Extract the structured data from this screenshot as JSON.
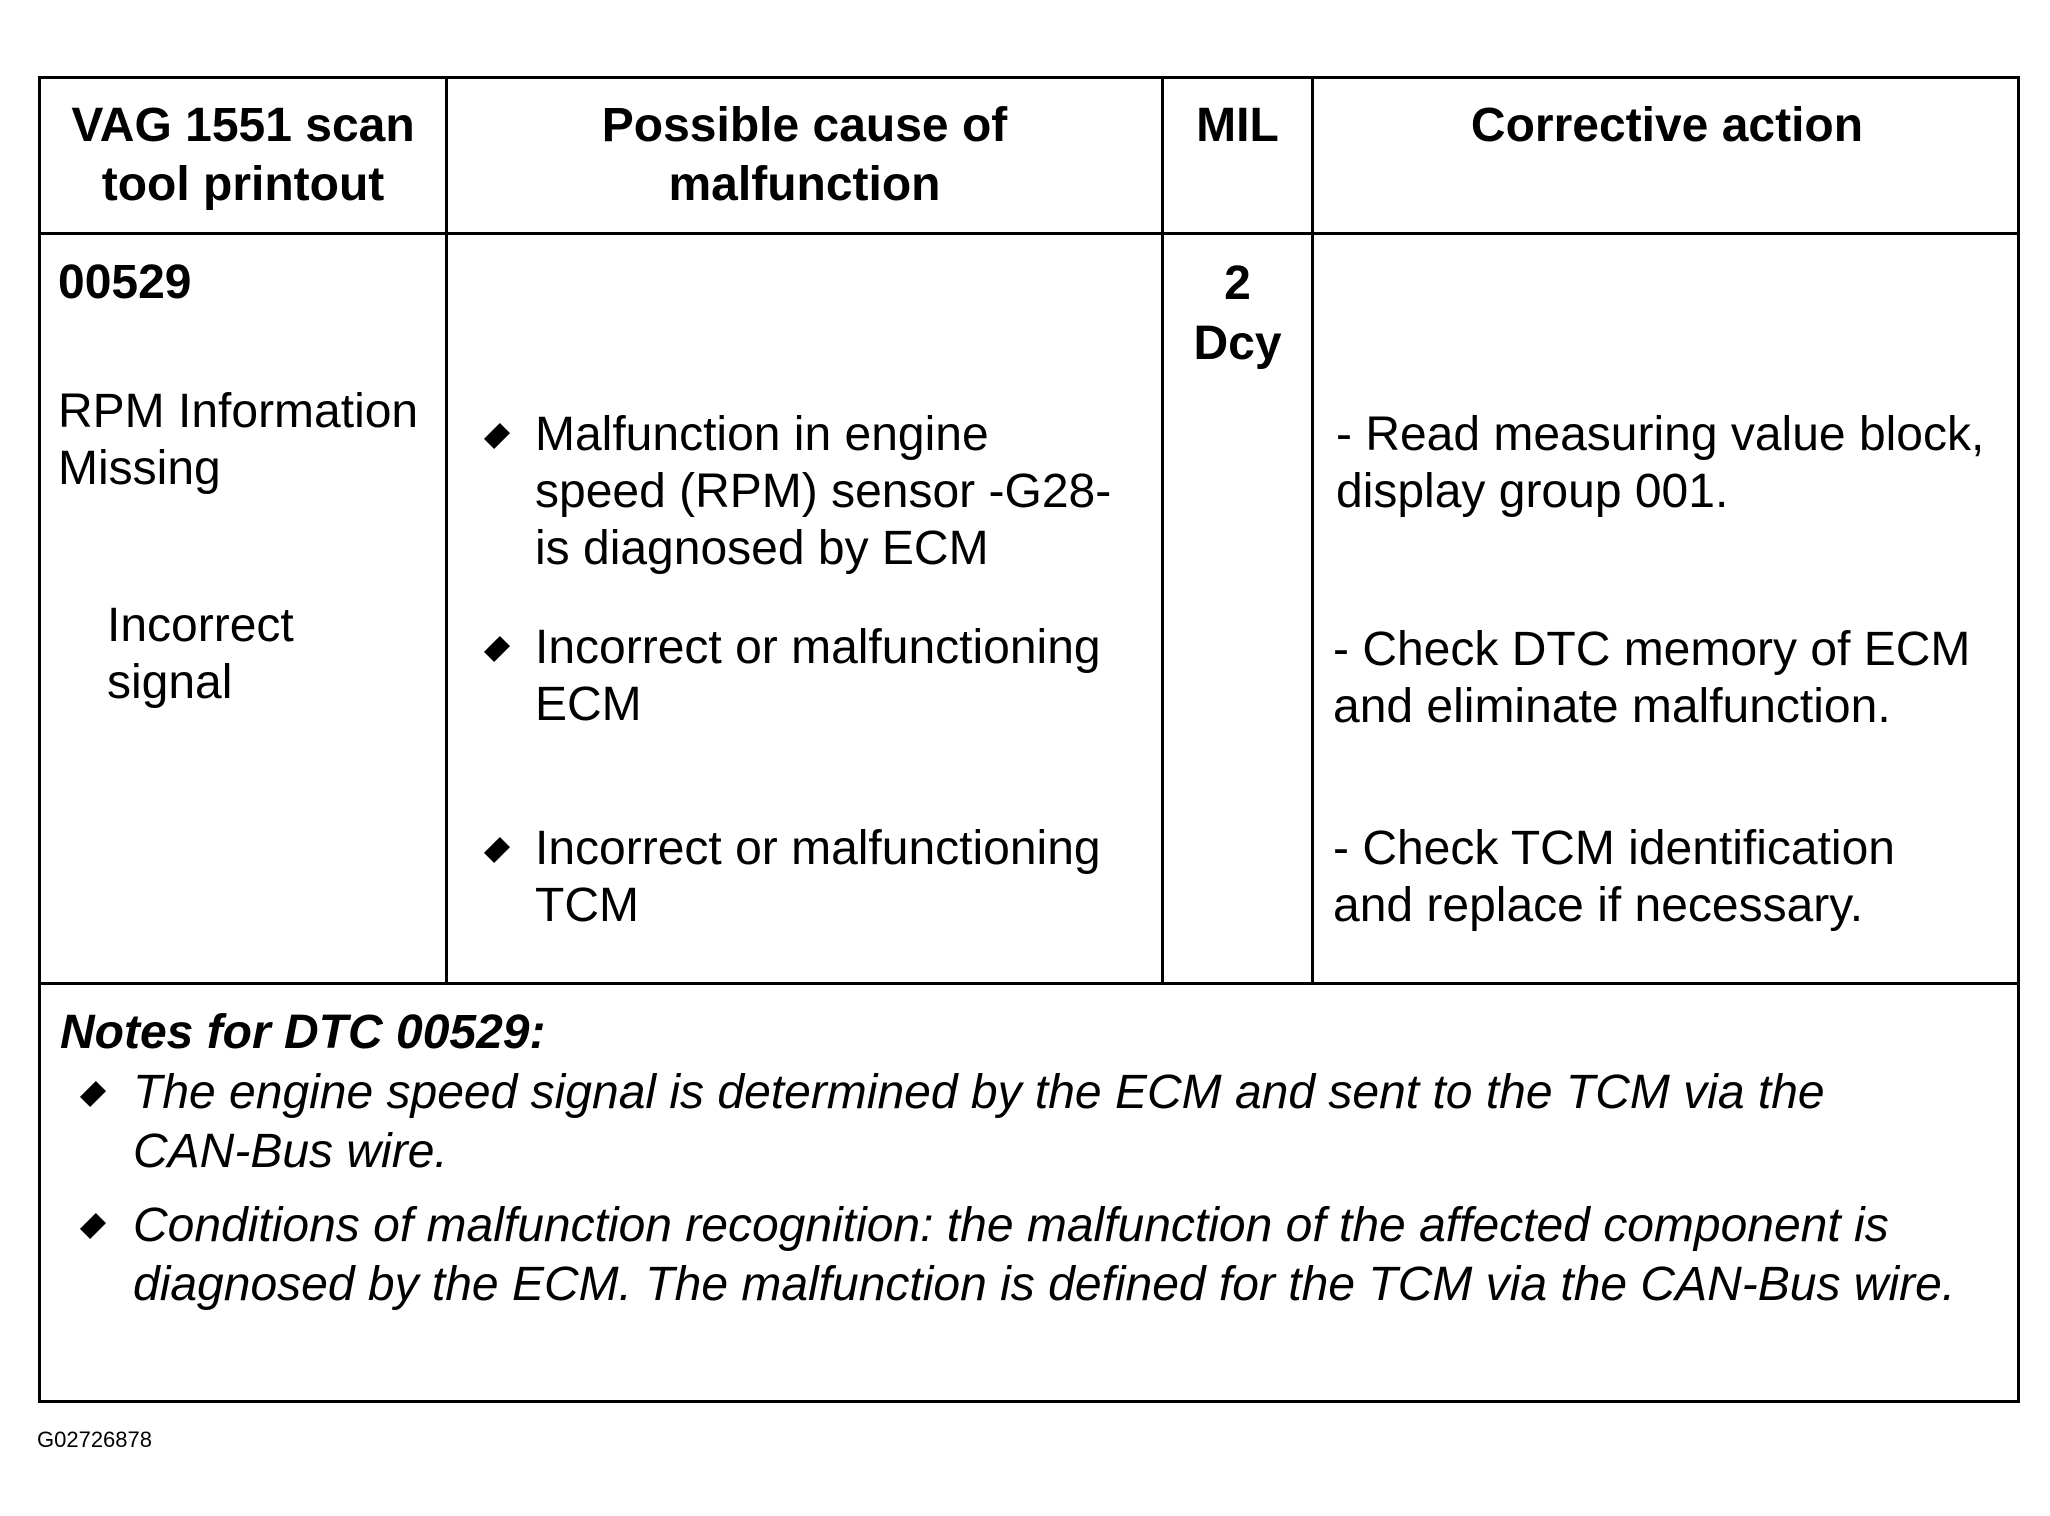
{
  "table": {
    "headers": {
      "col1": "VAG 1551 scan\ntool printout",
      "col2": "Possible cause of\nmalfunction",
      "col3": "MIL",
      "col4": "Corrective action"
    },
    "row": {
      "code": "00529",
      "description": "RPM Information\nMissing",
      "sub_description": "Incorrect\nsignal",
      "mil": "2\nDcy",
      "causes": [
        "Malfunction in engine\nspeed (RPM) sensor -G28-\nis diagnosed by ECM",
        "Incorrect or malfunctioning\nECM",
        "Incorrect or malfunctioning\nTCM"
      ],
      "actions": [
        "- Read measuring value block,\ndisplay group 001.",
        "- Check DTC memory of ECM\nand eliminate malfunction.",
        "- Check TCM identification\nand replace if necessary."
      ]
    },
    "notes": {
      "title": "Notes for DTC 00529:",
      "items": [
        "The engine speed signal is determined by the ECM and sent to the TCM via the CAN-Bus wire.",
        "Conditions of malfunction recognition: the malfunction of the affected component is diagnosed by the ECM. The malfunction is defined for the TCM via the CAN-Bus wire."
      ]
    }
  },
  "figure_id": "G02726878"
}
